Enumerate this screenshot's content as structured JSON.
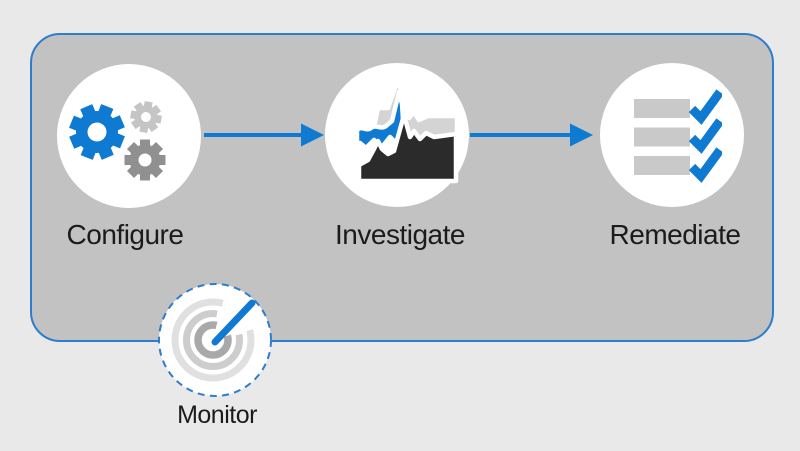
{
  "diagram": {
    "kind": "process-flow",
    "container_shape": "rounded-rectangle",
    "steps": [
      {
        "id": "configure",
        "label": "Configure",
        "icon": "gears-icon"
      },
      {
        "id": "investigate",
        "label": "Investigate",
        "icon": "area-chart-icon"
      },
      {
        "id": "remediate",
        "label": "Remediate",
        "icon": "checklist-icon"
      }
    ],
    "connectors": [
      {
        "from": "configure",
        "to": "investigate",
        "type": "arrow"
      },
      {
        "from": "investigate",
        "to": "remediate",
        "type": "arrow"
      }
    ],
    "sub_step": {
      "id": "monitor",
      "label": "Monitor",
      "icon": "radar-gauge-icon",
      "border_style": "dashed-circle"
    }
  },
  "theme": {
    "accent_blue": "#0f7ad2",
    "outer_background": "#e9e9e9",
    "container_fill": "#c2c2c2",
    "container_border": "#2e7dcd",
    "dashed_border_blue": "#2e7dcd",
    "circle_fill": "#ffffff",
    "label_color": "#1b1b1b",
    "gear_gray_light": "#c5c5c5",
    "gear_gray_medium": "#909090",
    "chart_gray": "#d4d4d4",
    "chart_black": "#2b2b2b",
    "list_bar_gray": "#c9c9c9",
    "radar_arc_outer": "#e0e0e0",
    "radar_arc_middle": "#cdcdcd",
    "radar_arc_inner": "#a9a9a9"
  }
}
